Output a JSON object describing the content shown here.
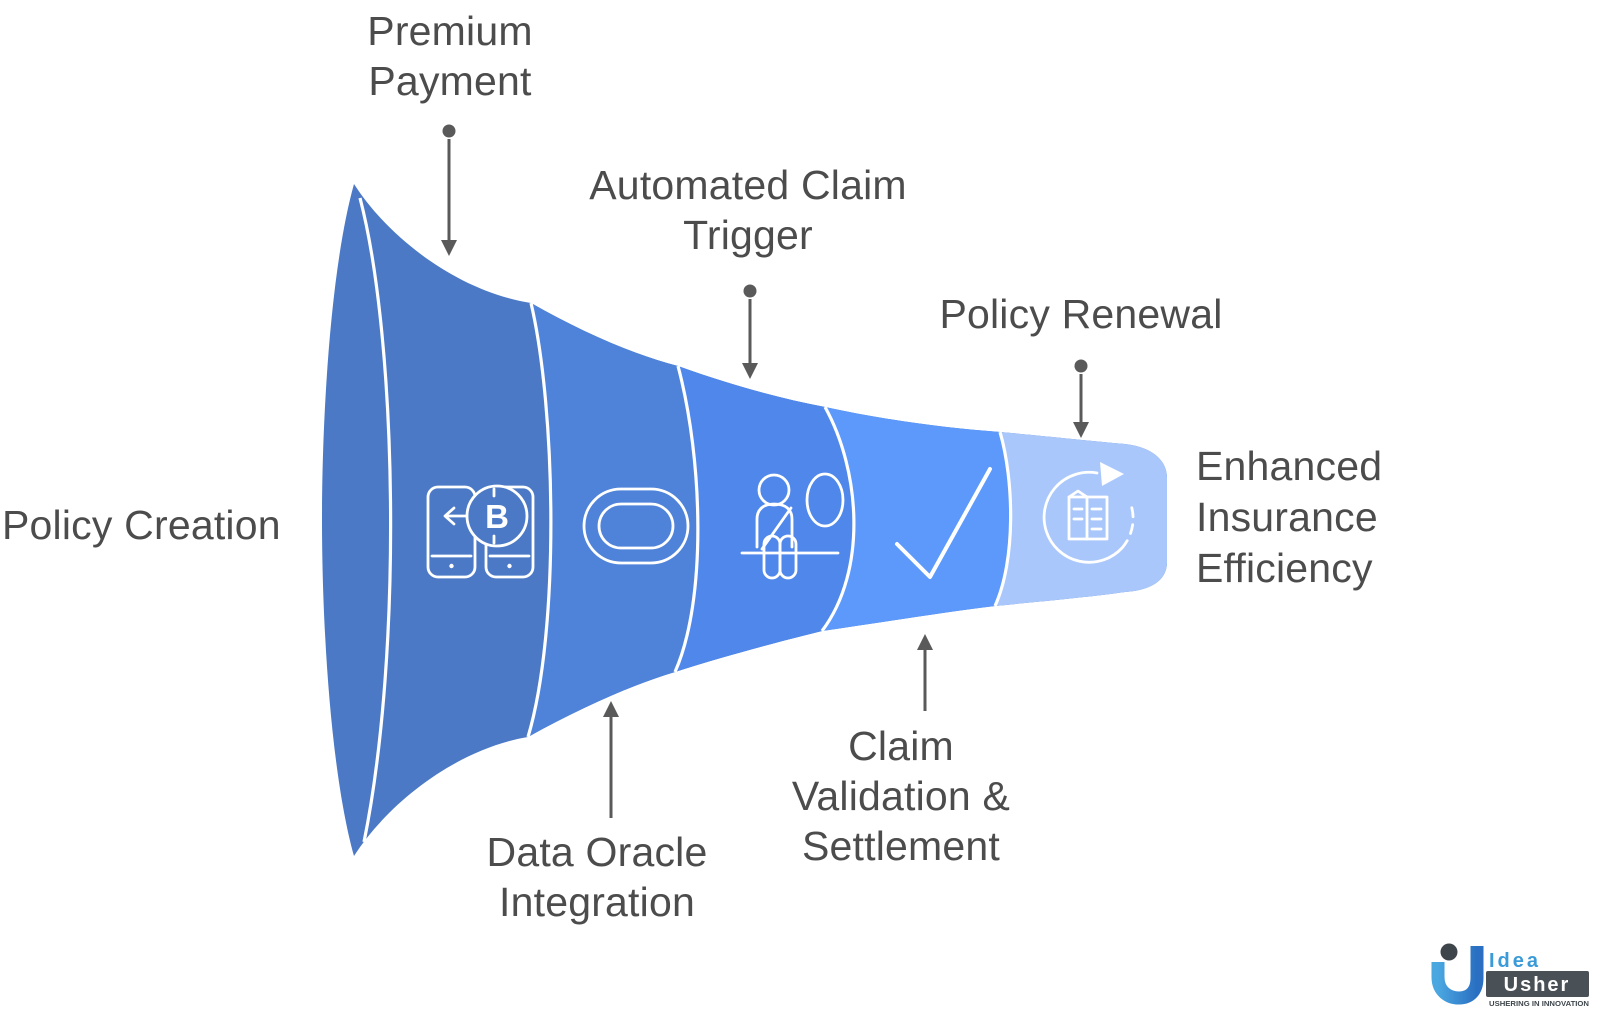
{
  "labels": {
    "policy_creation": {
      "lines": [
        "Policy Creation"
      ]
    },
    "premium_payment": {
      "lines": [
        "Premium",
        "Payment"
      ]
    },
    "automated_claim_trigger": {
      "lines": [
        "Automated Claim",
        "Trigger"
      ]
    },
    "policy_renewal": {
      "lines": [
        "Policy Renewal"
      ]
    },
    "data_oracle_integration": {
      "lines": [
        "Data Oracle",
        "Integration"
      ]
    },
    "claim_validation_settlement": {
      "lines": [
        "Claim",
        "Validation &",
        "Settlement"
      ]
    },
    "enhanced_insurance_efficiency": {
      "lines": [
        "Enhanced",
        "Insurance",
        "Efficiency"
      ]
    }
  },
  "funnel": {
    "divider_color": "#ffffff",
    "icon_stroke_color": "#ffffff",
    "segments": [
      {
        "icon": "crypto-payment-phones-icon",
        "color": "#4b79c5"
      },
      {
        "icon": "oracle-ring-icon",
        "color": "#4f83d9"
      },
      {
        "icon": "insured-person-icon",
        "color": "#4f87ea"
      },
      {
        "icon": "check-mark-icon",
        "color": "#5c99fb"
      },
      {
        "icon": "renewal-cycle-icon",
        "color": "#a9c7fb"
      }
    ]
  },
  "icons": {
    "bitcoin_symbol": "B"
  },
  "arrow": {
    "color": "#5a5a5a"
  },
  "text": {
    "color": "#4c4c4c"
  },
  "logo": {
    "brand_line1": "Idea",
    "brand_line2": "Usher",
    "tagline": "USHERING IN INNOVATION",
    "accent_color": "#3b9bd8",
    "badge_color": "#4a5156",
    "dark_color": "#3e464b"
  }
}
